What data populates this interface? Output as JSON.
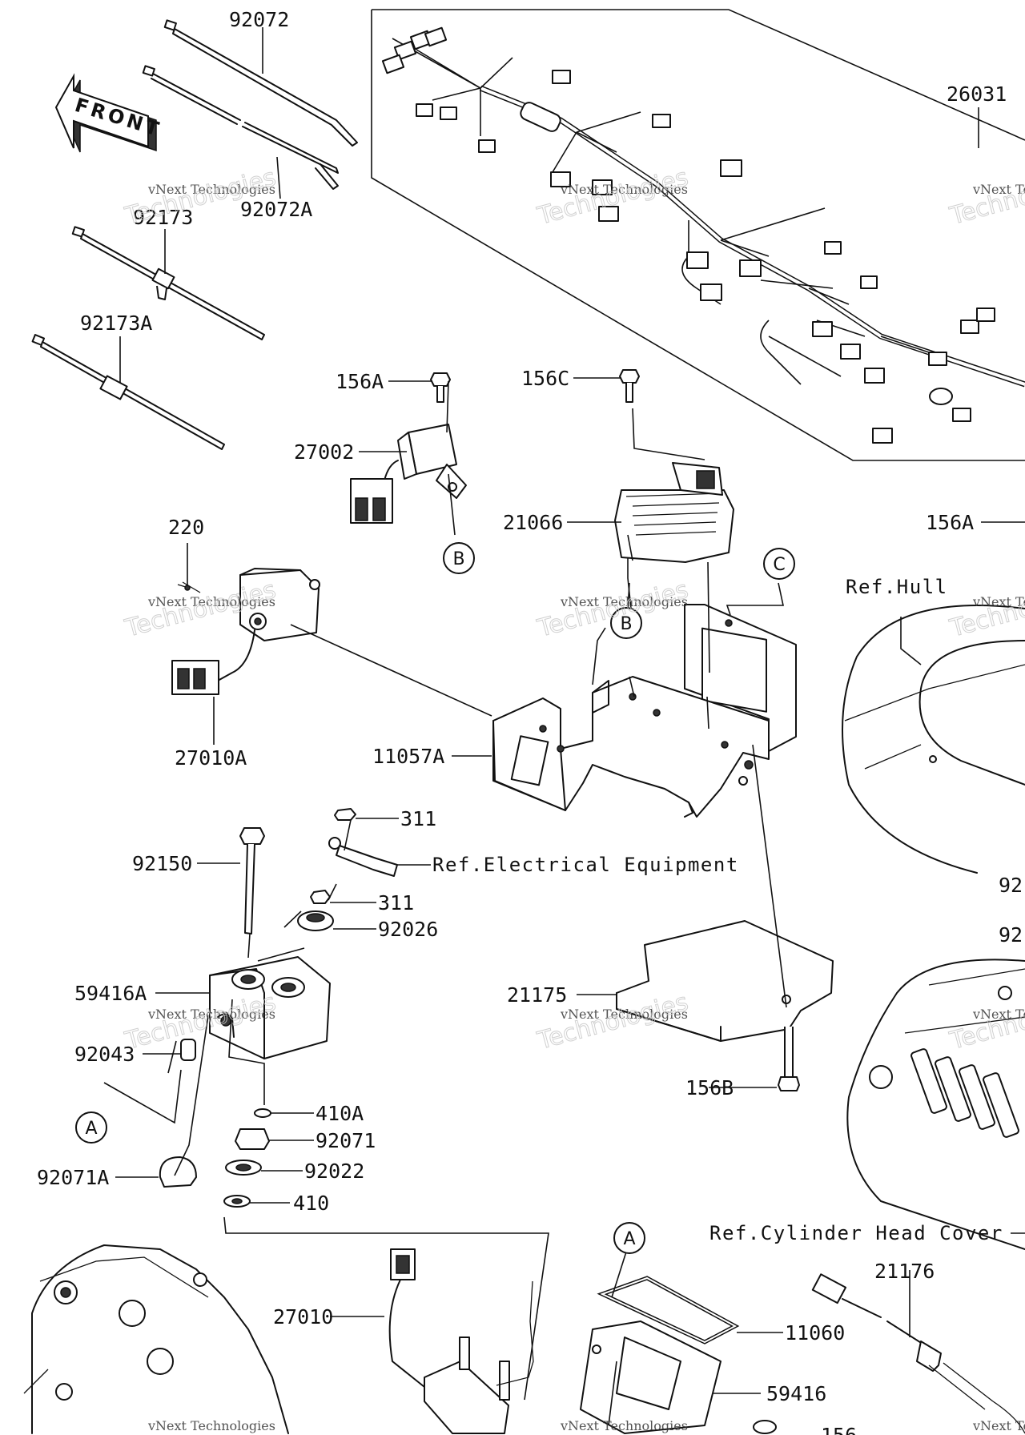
{
  "labels": {
    "p92072": "92072",
    "p92072A": "92072A",
    "p92173": "92173",
    "p92173A": "92173A",
    "p26031": "26031",
    "p156A_1": "156A",
    "p156C": "156C",
    "p27002": "27002",
    "p21066": "21066",
    "p156A_2": "156A",
    "p220": "220",
    "p27010A": "27010A",
    "p11057A": "11057A",
    "p311_1": "311",
    "p311_2": "311",
    "p92150": "92150",
    "p92026": "92026",
    "p59416A": "59416A",
    "p21175": "21175",
    "p92043": "92043",
    "p156B": "156B",
    "p410A": "410A",
    "p92071": "92071",
    "p92071A": "92071A",
    "p92022": "92022",
    "p410": "410",
    "p27010": "27010",
    "p11060": "11060",
    "p59416": "59416",
    "p21176": "21176",
    "p92_1": "92",
    "p92_2": "92",
    "p156_cut": "156"
  },
  "references": {
    "hull": "Ref.Hull",
    "electrical": "Ref.Electrical Equipment",
    "cylinder_head": "Ref.Cylinder Head Cover"
  },
  "callouts": {
    "A": "A",
    "B": "B",
    "C": "C"
  },
  "front_arrow": "FRONT",
  "watermark": {
    "line1": "vNext Technologies",
    "line2": "Technologies"
  },
  "icons": {
    "direction": "front-arrow-icon"
  }
}
